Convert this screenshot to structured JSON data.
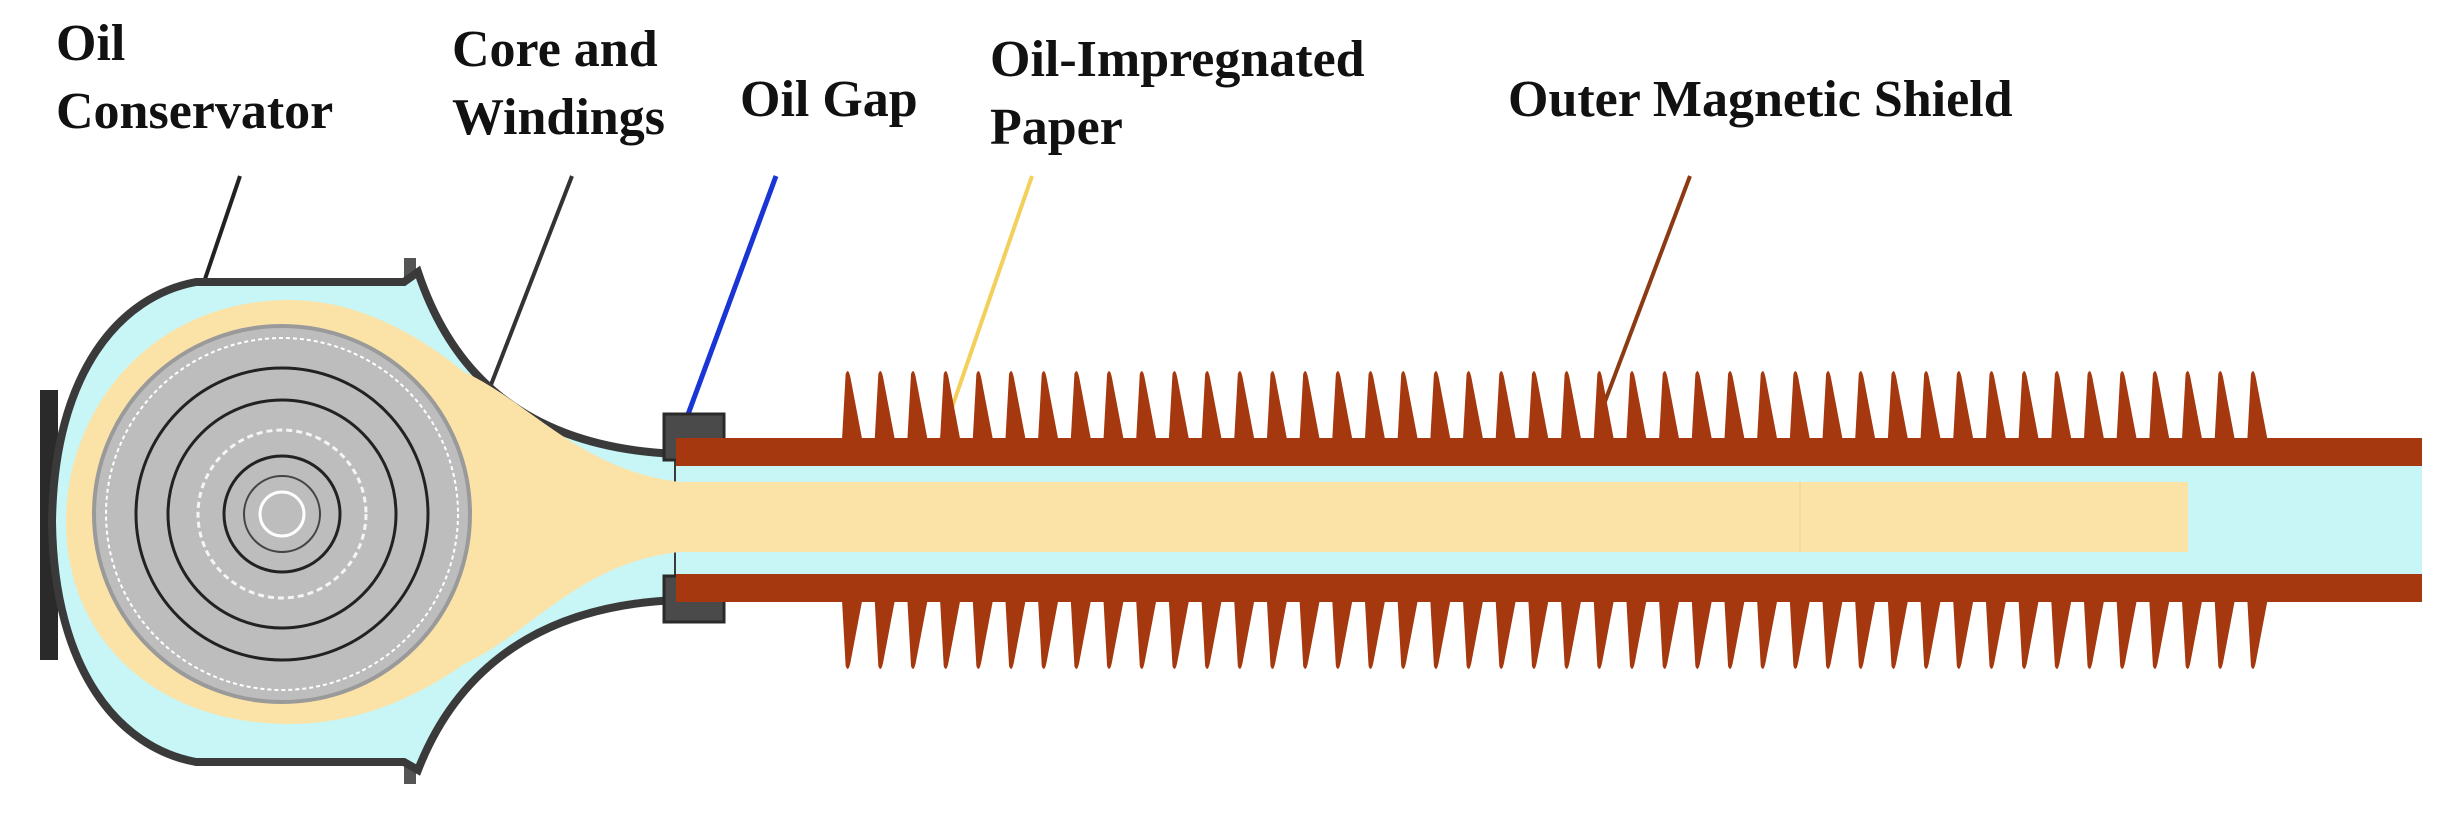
{
  "labels": {
    "oil_conservator": [
      "Oil",
      "Conservator"
    ],
    "core_windings": [
      "Core and",
      "Windings"
    ],
    "oil_gap": "Oil Gap",
    "oil_impregnated_paper": [
      "Oil-Impregnated",
      "Paper"
    ],
    "outer_magnetic_shield": "Outer Magnetic Shield"
  },
  "colors": {
    "oil": "#c8f5f6",
    "paper": "#fbe3a8",
    "shield": "#a5380f",
    "housing": "#3a3a3a",
    "core": "#bdbdbd",
    "leader_conservator": "#222222",
    "leader_core": "#333333",
    "leader_oil_gap": "#1a35d6",
    "leader_paper": "#f3cf5c",
    "leader_shield": "#8b3a14"
  }
}
